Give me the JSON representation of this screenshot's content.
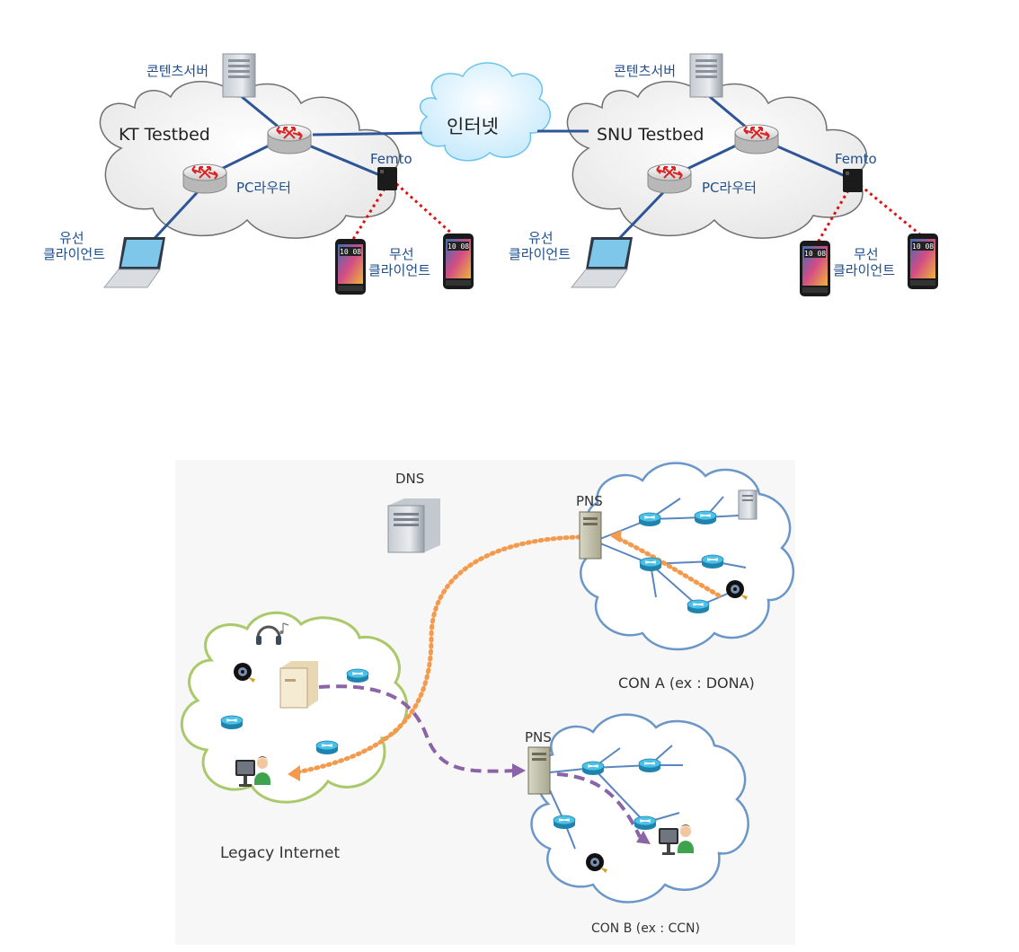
{
  "top_diagram": {
    "kt_testbed": {
      "title": "KT Testbed",
      "content_server": "콘텐츠서버",
      "pc_router": "PC라우터",
      "femto": "Femto",
      "wired_client": [
        "유선",
        "클라이언트"
      ],
      "wireless_client": [
        "무선",
        "클라이언트"
      ]
    },
    "internet": "인터넷",
    "snu_testbed": {
      "title": "SNU Testbed",
      "content_server": "콘텐츠서버",
      "pc_router": "PC라우터",
      "femto": "Femto",
      "wired_client": [
        "유선",
        "클라이언트"
      ],
      "wireless_client": [
        "무선",
        "클라이언트"
      ]
    },
    "phone_clock": "10 08"
  },
  "bottom_diagram": {
    "dns": "DNS",
    "pns_a": "PNS",
    "pns_b": "PNS",
    "con_a": "CON A (ex : DONA)",
    "con_b": "CON B (ex : CCN)",
    "legacy": "Legacy Internet"
  },
  "colors": {
    "link_blue": "#2e5597",
    "wireless_red": "#e01010",
    "flow_orange": "#f39a4c",
    "flow_purple": "#8a64a6",
    "cloud_blue": "#6b96c8",
    "cloud_green": "#a9c96a",
    "router_cyan": "#36a7cf"
  }
}
